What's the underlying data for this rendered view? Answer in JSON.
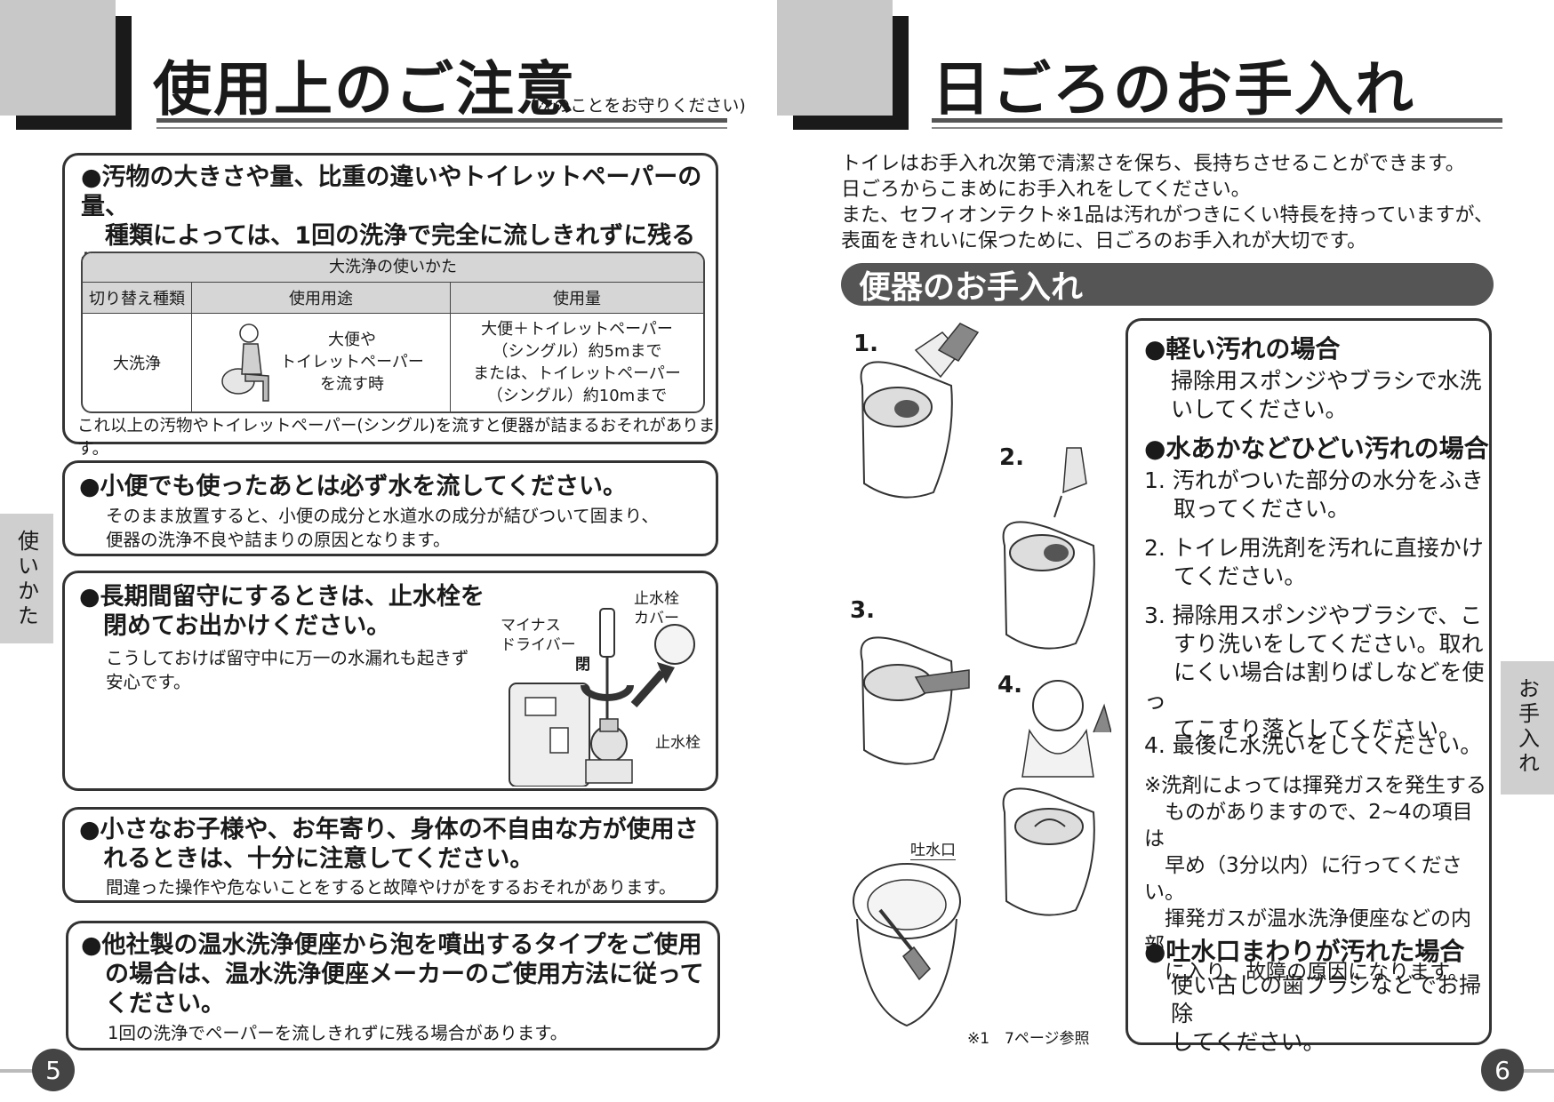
{
  "left": {
    "title": "使用上のご注意",
    "subtitle": "(次のことをお守りください)",
    "side_tab": "使いかた",
    "page_number": "5",
    "sec1": {
      "heading": "●汚物の大きさや量、比重の違いやトイレットペーパーの量、\n　種類によっては、1回の洗浄で完全に流しきれずに残る場合\n　があります。",
      "table": {
        "caption": "大洗浄の使いかた",
        "col1": "切り替え種類",
        "col2": "使用用途",
        "col3": "使用量",
        "row_type": "大洗浄",
        "row_usage": "大便や\nトイレットペーパー\nを流す時",
        "row_amount": "大便＋トイレットペーパー\n（シングル）約5mまで\nまたは、トイレットペーパー\n（シングル）約10mまで"
      },
      "note": "これ以上の汚物やトイレットペーパー(シングル)を流すと便器が詰まるおそれがあります。"
    },
    "sec2": {
      "heading": "●小便でも使ったあとは必ず水を流してください。",
      "body": "そのまま放置すると、小便の成分と水道水の成分が結びついて固まり、\n便器の洗浄不良や詰まりの原因となります。"
    },
    "sec3": {
      "heading": "●長期間留守にするときは、止水栓を\n　閉めてお出かけください。",
      "body": "こうしておけば留守中に万一の水漏れも起きず\n安心です。",
      "label_driver": "マイナス\nドライバー",
      "label_cover": "止水栓\nカバー",
      "label_close": "閉",
      "label_valve": "止水栓"
    },
    "sec4": {
      "heading": "●小さなお子様や、お年寄り、身体の不自由な方が使用さ\n　れるときは、十分に注意してください。",
      "body": "間違った操作や危ないことをすると故障やけがをするおそれがあります。"
    },
    "sec5": {
      "heading": "●他社製の温水洗浄便座から泡を噴出するタイプをご使用\n　の場合は、温水洗浄便座メーカーのご使用方法に従って\n　ください。",
      "body": "1回の洗浄でペーパーを流しきれずに残る場合があります。"
    }
  },
  "right": {
    "title": "日ごろのお手入れ",
    "side_tab": "お手入れ",
    "page_number": "6",
    "intro": "トイレはお手入れ次第で清潔さを保ち、長持ちさせることができます。\n日ごろからこまめにお手入れをしてください。\nまた、セフィオンテクト※1品は汚れがつきにくい特長を持っていますが、\n表面をきれいに保つために、日ごろのお手入れが大切です。",
    "section_title": "便器のお手入れ",
    "steps": [
      "1.",
      "2.",
      "3.",
      "4."
    ],
    "nozzle_label": "吐水口",
    "footnote": "※1　7ページ参照",
    "light_head": "●軽い汚れの場合",
    "light_body": "掃除用スポンジやブラシで水洗\nいしてください。",
    "heavy_head": "●水あかなどひどい汚れの場合",
    "heavy_items": [
      "1. 汚れがついた部分の水分をふき\n　 取ってください。",
      "2. トイレ用洗剤を汚れに直接かけ\n　 てください。",
      "3. 掃除用スポンジやブラシで、こ\n　 すり洗いをしてください。取れ\n　 にくい場合は割りばしなどを使っ\n　 てこすり落としてください。",
      "4. 最後に水洗いをしてください。"
    ],
    "caution": "※洗剤によっては揮発ガスを発生する\n　ものがありますので、2~4の項目は\n　早め（3分以内）に行ってください。\n　揮発ガスが温水洗浄便座などの内部\n　に入り、故障の原因になります。",
    "nozzle_head": "●吐水口まわりが汚れた場合",
    "nozzle_body": "使い古しの歯ブラシなどでお掃除\nしてください。"
  }
}
